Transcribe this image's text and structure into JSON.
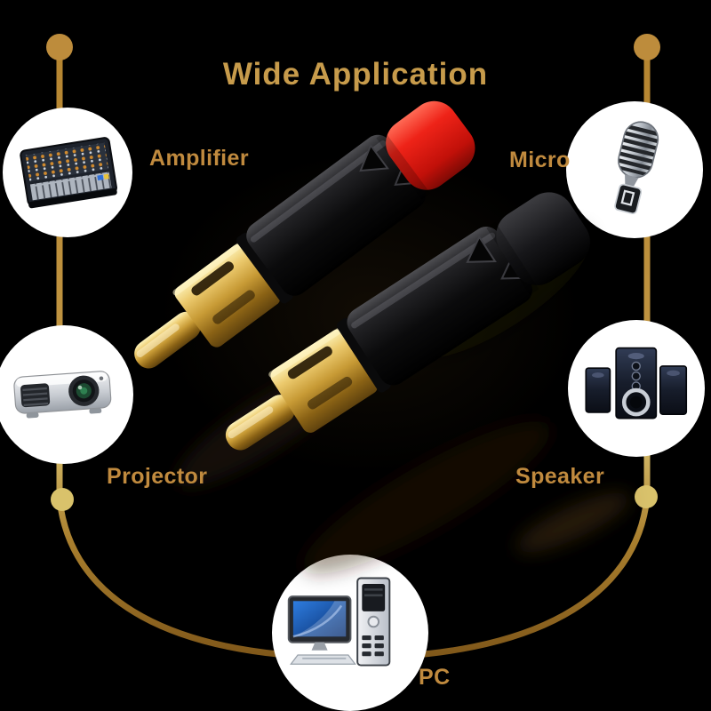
{
  "title": "Wide Application",
  "colors": {
    "background": "#000000",
    "title_gold": "#c79b4b",
    "label_gold": "#c08a3e",
    "line_gold_dark": "#7c5418",
    "line_gold_light": "#d9c26b",
    "node_circle_fill": "#ffffff",
    "plug_boot_red": "#e2211c",
    "plug_boot_black": "#141416",
    "plug_gold": "#c79a35"
  },
  "nodes": [
    {
      "label": "Amplifier",
      "icon": "audio-mixer-icon"
    },
    {
      "label": "Micro",
      "icon": "vintage-microphone-icon"
    },
    {
      "label": "Projector",
      "icon": "projector-icon"
    },
    {
      "label": "Speaker",
      "icon": "speaker-system-icon"
    },
    {
      "label": "PC",
      "icon": "desktop-computer-icon"
    }
  ]
}
